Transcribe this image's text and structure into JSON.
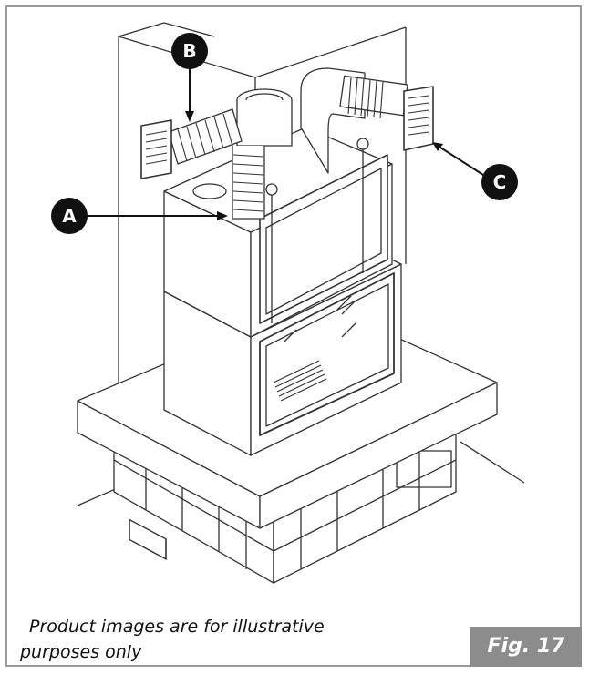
{
  "figure": {
    "label": "Fig. 17",
    "caption_line1": "Product images are for illustrative",
    "caption_line2": "purposes only"
  },
  "callouts": [
    {
      "id": "A",
      "text": "A"
    },
    {
      "id": "B",
      "text": "B"
    },
    {
      "id": "C",
      "text": "C"
    }
  ],
  "colors": {
    "line": "#222222",
    "callout_fill": "#111111",
    "fig_box": "#8c8c8c",
    "frame": "#9a9a9a"
  }
}
